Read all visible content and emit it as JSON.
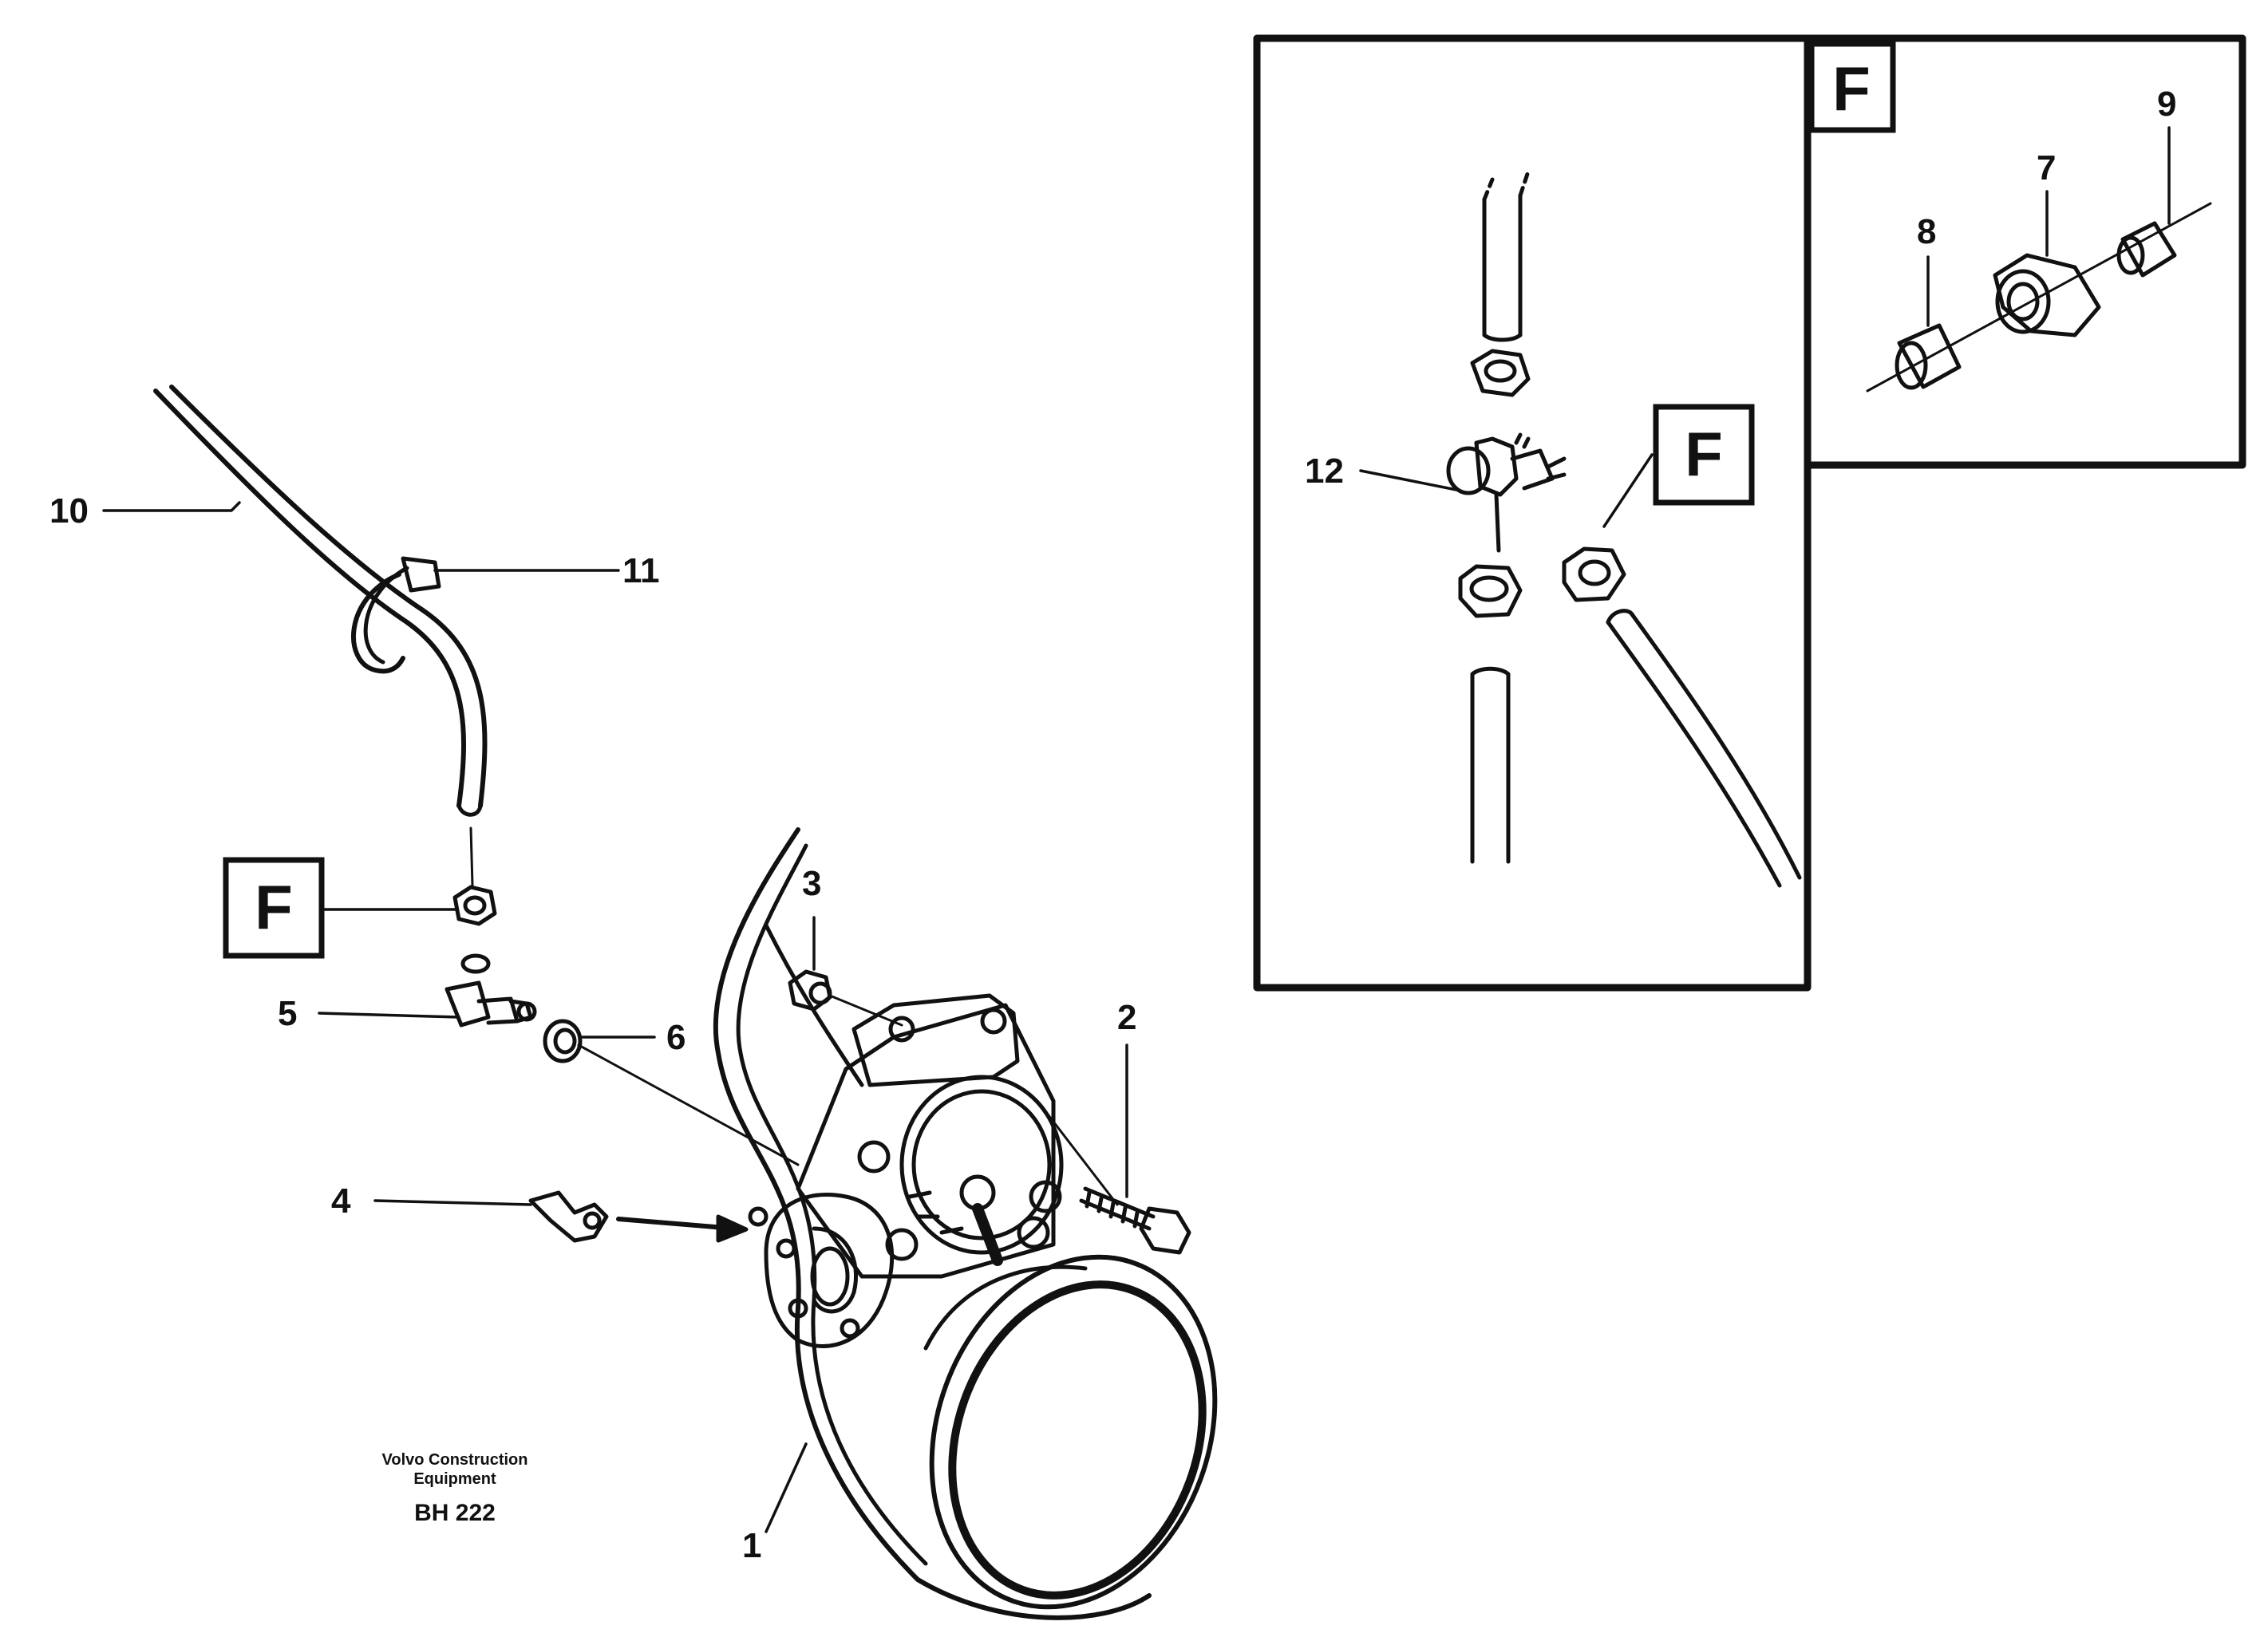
{
  "callouts": {
    "c1": "1",
    "c2": "2",
    "c3": "3",
    "c4": "4",
    "c5": "5",
    "c6": "6",
    "c7": "7",
    "c8": "8",
    "c9": "9",
    "c10": "10",
    "c11": "11",
    "c12": "12"
  },
  "flags": {
    "f_main": "F",
    "f_detail": "F",
    "f_inset": "F"
  },
  "caption": {
    "company_line1": "Volvo Construction",
    "company_line2": "Equipment",
    "code": "BH 222"
  },
  "colors": {
    "ink": "#111111",
    "paper": "#ffffff"
  }
}
